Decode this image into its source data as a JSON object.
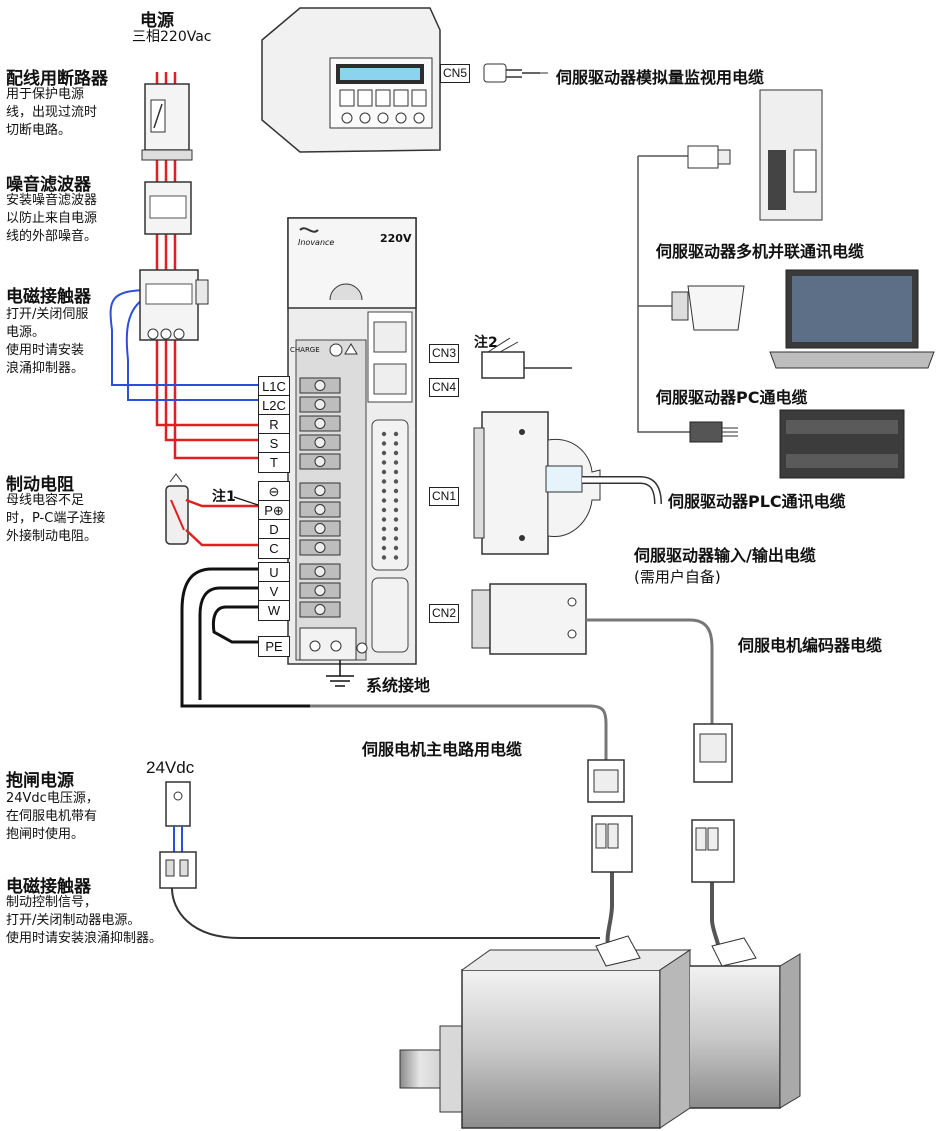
{
  "power": {
    "title": "电源",
    "spec": "三相220Vac"
  },
  "breaker": {
    "title": "配线用断路器",
    "lines": [
      "用于保护电源",
      "线，出现过流时",
      "切断电路。"
    ]
  },
  "noise_filter": {
    "title": "噪音滤波器",
    "lines": [
      "安装噪音滤波器",
      "以防止来自电源",
      "线的外部噪音。"
    ]
  },
  "contactor": {
    "title": "电磁接触器",
    "lines": [
      "打开/关闭伺服",
      "电源。",
      "使用时请安装",
      "浪涌抑制器。"
    ]
  },
  "brake_resistor": {
    "title": "制动电阻",
    "lines": [
      "母线电容不足",
      "时，P-C端子连接",
      "外接制动电阻。"
    ]
  },
  "note1": "注1",
  "note2": "注2",
  "drive": {
    "brand": "Inovance",
    "voltage": "220V",
    "charge": "CHARGE"
  },
  "terminals": [
    "L1C",
    "L2C",
    "R",
    "S",
    "T",
    "⊖",
    "P⊕",
    "D",
    "C",
    "U",
    "V",
    "W",
    "PE"
  ],
  "connectors": {
    "cn1": "CN1",
    "cn2": "CN2",
    "cn3": "CN3",
    "cn4": "CN4",
    "cn5": "CN5"
  },
  "captions": {
    "monitor": "伺服驱动器模拟量监视用电缆",
    "multi": "伺服驱动器多机并联通讯电缆",
    "pc": "伺服驱动器PC通电缆",
    "plc": "伺服驱动器PLC通讯电缆",
    "io": "伺服驱动器输入/输出电缆",
    "io_note": "(需用户自备)",
    "encoder": "伺服电机编码器电缆",
    "ground": "系统接地",
    "main": "伺服电机主电路用电缆"
  },
  "brake_power": {
    "title": "抱闸电源",
    "voltage": "24Vdc",
    "lines": [
      "24Vdc电压源，",
      "在伺服电机带有",
      "抱闸时使用。"
    ]
  },
  "brake_contactor": {
    "title": "电磁接触器",
    "lines": [
      "制动控制信号，",
      "打开/关闭制动器电源。",
      "使用时请安装浪涌抑制器。"
    ]
  },
  "colors": {
    "red": "#e02020",
    "blue": "#2b4fd8",
    "black": "#111111",
    "gray": "#777777"
  }
}
